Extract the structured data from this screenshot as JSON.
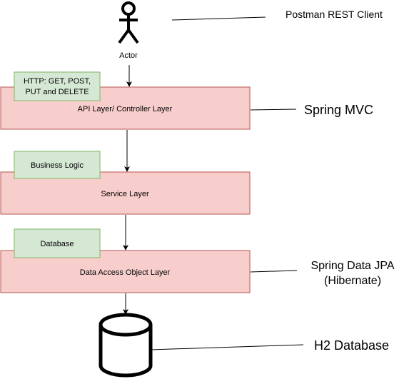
{
  "actor": {
    "label": "Actor",
    "icon": "stick-figure-icon"
  },
  "annotations": {
    "postman": "Postman REST Client",
    "spring_mvc": "Spring MVC",
    "spring_data_jpa_line1": "Spring Data JPA",
    "spring_data_jpa_line2": "(Hibernate)",
    "h2_database": "H2 Database"
  },
  "layers": {
    "api": "API Layer/ Controller Layer",
    "service": "Service Layer",
    "dao": "Data Access Object Layer"
  },
  "notes": {
    "http_line1": "HTTP: GET, POST,",
    "http_line2": "PUT and DELETE",
    "business": "Business Logic",
    "database": "Database"
  },
  "database": {
    "icon": "cylinder-database-icon"
  },
  "colors": {
    "layer_fill": "#f8cecc",
    "layer_stroke": "#b85450",
    "note_fill": "#d5e8d4",
    "note_stroke": "#82b366",
    "line": "#000000"
  }
}
